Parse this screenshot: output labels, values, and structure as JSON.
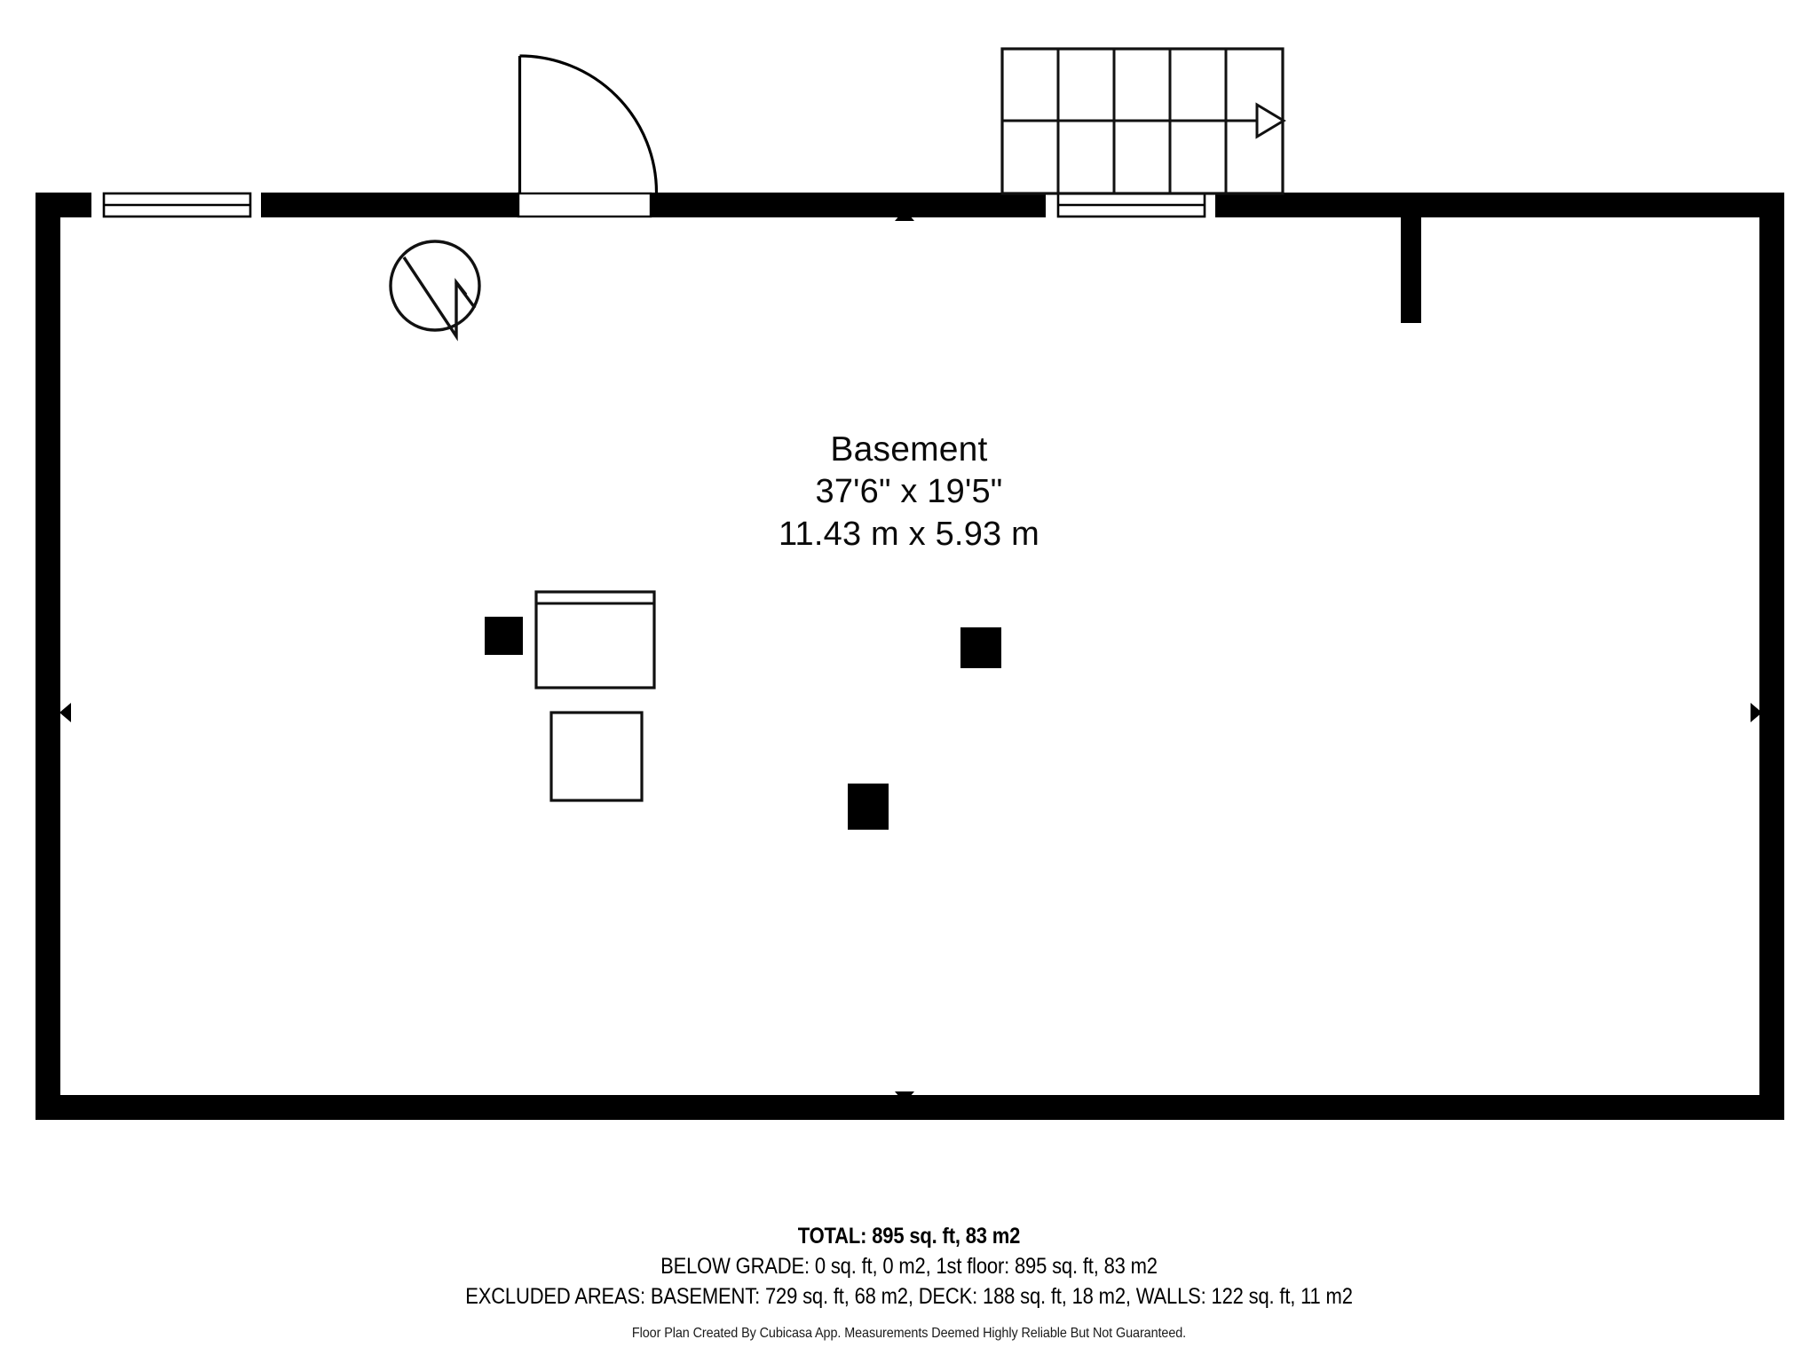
{
  "document": {
    "title": "Basement Floor Plan",
    "background_color": "#ffffff",
    "wall_color": "#000000",
    "line_color": "#111111"
  },
  "room": {
    "name": "Basement",
    "dimensions_imperial": "37'6\" x 19'5\"",
    "dimensions_metric": "11.43 m x 5.93 m"
  },
  "summary": {
    "total": "TOTAL: 895 sq. ft, 83 m2",
    "below_grade": "BELOW GRADE: 0 sq. ft, 0 m2, 1st floor: 895 sq. ft, 83 m2",
    "excluded_areas": "EXCLUDED AREAS: BASEMENT: 729 sq. ft, 68 m2, DECK: 188 sq. ft, 18 m2, WALLS: 122 sq. ft, 11 m2"
  },
  "disclaimer": "Floor Plan Created By Cubicasa App. Measurements Deemed Highly Reliable But Not Guaranteed.",
  "features": {
    "door_label": "Swing Door",
    "stairs_label": "Staircase Up",
    "electrical_panel_label": "Electrical Panel",
    "window_left_label": "Window",
    "window_right_label": "Window",
    "stub_wall_label": "Interior Wall Stub",
    "post_labels": [
      "Support Post",
      "Support Post",
      "Support Post"
    ],
    "appliance_labels": [
      "Appliance",
      "Appliance"
    ],
    "stair_tread_count": 5
  }
}
